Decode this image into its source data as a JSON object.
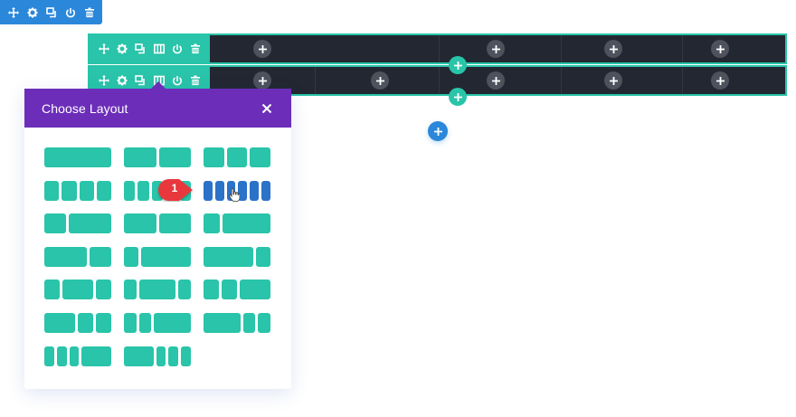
{
  "section_toolbar": {
    "color": "#2b87da",
    "icons": [
      "move-icon",
      "gear-icon",
      "duplicate-icon",
      "power-icon",
      "trash-icon"
    ]
  },
  "rows": [
    {
      "toolbar_icons": [
        "move-icon",
        "gear-icon",
        "duplicate-icon",
        "columns-icon",
        "power-icon",
        "trash-icon"
      ],
      "column_dividers_x": [
        388,
        523,
        657
      ],
      "add_module_x": [
        193,
        451,
        581,
        699
      ]
    },
    {
      "toolbar_icons": [
        "move-icon",
        "gear-icon",
        "duplicate-icon",
        "columns-icon",
        "power-icon",
        "trash-icon"
      ],
      "column_dividers_x": [
        251,
        388,
        523,
        657
      ],
      "add_module_x": [
        193,
        323,
        451,
        581,
        699
      ]
    }
  ],
  "colors": {
    "row_accent": "#29c4a9",
    "row_background": "#232731",
    "modal_header": "#6c2eb9",
    "layout_block": "#29c4a9",
    "layout_highlight": "#2b72c9",
    "add_section": "#2b87da",
    "callout": "#e8383d"
  },
  "modal": {
    "title": "Choose Layout",
    "close_icon": "close-icon",
    "layouts": [
      {
        "id": "1",
        "cols": [
          4
        ]
      },
      {
        "id": "1_2,1_2",
        "cols": [
          2,
          2
        ]
      },
      {
        "id": "1_3,1_3,1_3",
        "cols": [
          1,
          1,
          1
        ]
      },
      {
        "id": "1_4x4",
        "cols": [
          1,
          1,
          1,
          1
        ]
      },
      {
        "id": "1_5x5",
        "cols": [
          1,
          1,
          1,
          1,
          1
        ]
      },
      {
        "id": "1_6x6",
        "cols": [
          1,
          1,
          1,
          1,
          1,
          1
        ],
        "highlighted": true
      },
      {
        "id": "1_3,2_3",
        "cols": [
          1,
          2
        ]
      },
      {
        "id": "1_2,1_2b",
        "cols": [
          1,
          1
        ]
      },
      {
        "id": "1_4,3_4",
        "cols": [
          1,
          3
        ]
      },
      {
        "id": "2_3,1_3",
        "cols": [
          2,
          1
        ]
      },
      {
        "id": "1_4,3_4b",
        "cols": [
          1,
          3.5
        ]
      },
      {
        "id": "3_4,1_4",
        "cols": [
          3.5,
          1
        ]
      },
      {
        "id": "1_4,1_2,1_4",
        "cols": [
          1,
          2,
          1
        ]
      },
      {
        "id": "1_5,3_5,1_5",
        "cols": [
          1,
          3,
          1
        ]
      },
      {
        "id": "1_4,1_4,1_2",
        "cols": [
          1,
          1,
          2
        ]
      },
      {
        "id": "1_2,1_4,1_4",
        "cols": [
          2,
          1,
          1
        ]
      },
      {
        "id": "1_5,1_5,3_5",
        "cols": [
          1,
          1,
          3
        ]
      },
      {
        "id": "3_5,1_5,1_5",
        "cols": [
          3,
          1,
          1
        ]
      },
      {
        "id": "1_6x3,1_2",
        "cols": [
          1,
          1,
          1,
          3
        ]
      },
      {
        "id": "1_2,1_6x3",
        "cols": [
          3,
          1,
          1,
          1
        ]
      }
    ]
  },
  "callout": {
    "number": "1"
  }
}
